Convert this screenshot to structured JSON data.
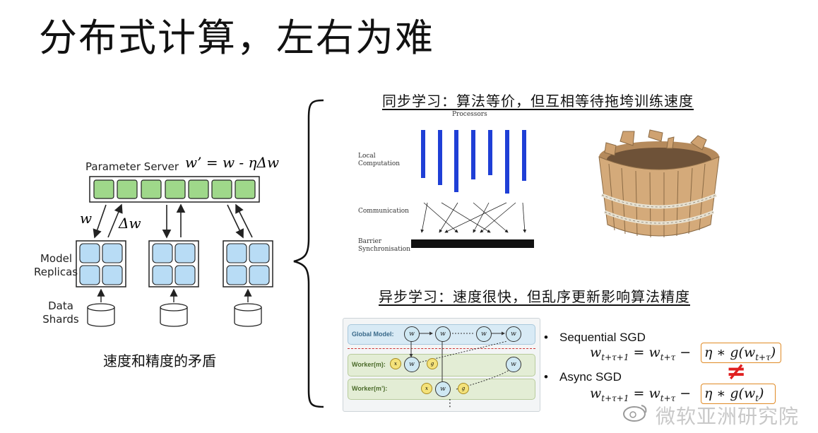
{
  "title": "分布式计算，左右为难",
  "left": {
    "parameter_server_label": "Parameter Server",
    "formula": "w’ = w - ηΔw",
    "w_label": "w",
    "dw_label": "Δw",
    "replicas_label_1": "Model",
    "replicas_label_2": "Replicas",
    "shards_label_1": "Data",
    "shards_label_2": "Shards",
    "caption": "速度和精度的矛盾"
  },
  "sync": {
    "caption": "同步学习：算法等价，但互相等待拖垮训练速度",
    "processors": "Processors",
    "local_1": "Local",
    "local_2": "Computation",
    "communication": "Communication",
    "barrier_1": "Barrier",
    "barrier_2": "Synchronisation"
  },
  "async": {
    "caption": "异步学习：速度很快，但乱序更新影响算法精度",
    "global_model": "Global Model:",
    "worker_m": "Worker(m):",
    "worker_m2": "Worker(m’):",
    "vdots": "⋮",
    "bullet_1": "Sequential SGD",
    "bullet_2": "Async SGD",
    "neq": "≠"
  },
  "watermark": "微软亚洲研究院",
  "colors": {
    "server_cell": "#9fd88a",
    "replica_cell": "#b8dcf5",
    "processor_bar": "#1f3fd6",
    "highlight_box": "#e08a25",
    "neq_red": "#e02020"
  }
}
